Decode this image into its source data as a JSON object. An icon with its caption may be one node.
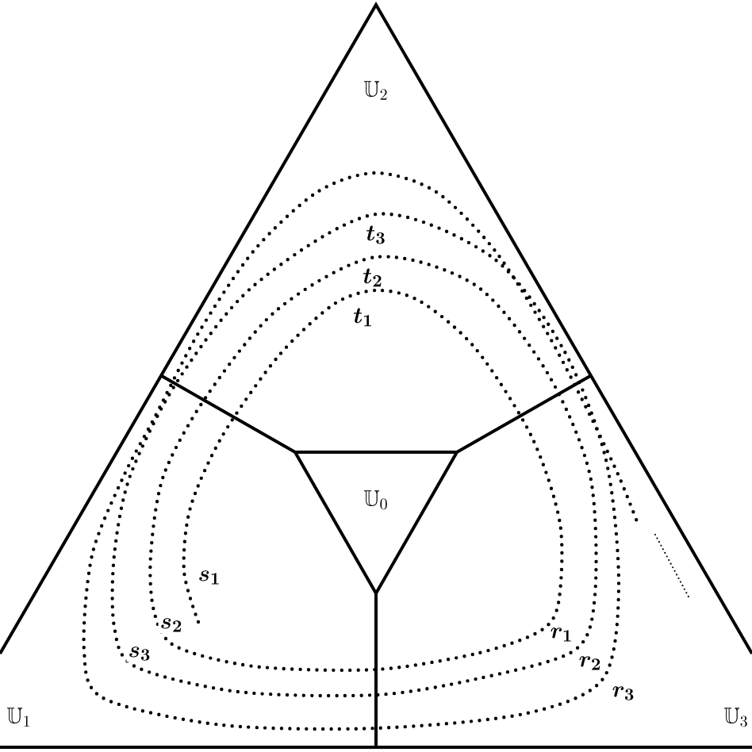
{
  "diagram": {
    "labels": [
      "\\mathbb{U}_2",
      "t_3",
      "t_2",
      "t_1",
      "\\mathbb{U}_0",
      "s_1",
      "s_2",
      "r_1",
      "s_3",
      "r_2",
      "r_3",
      "\\mathbb{U}_1",
      "\\mathbb{U}_3"
    ]
  }
}
